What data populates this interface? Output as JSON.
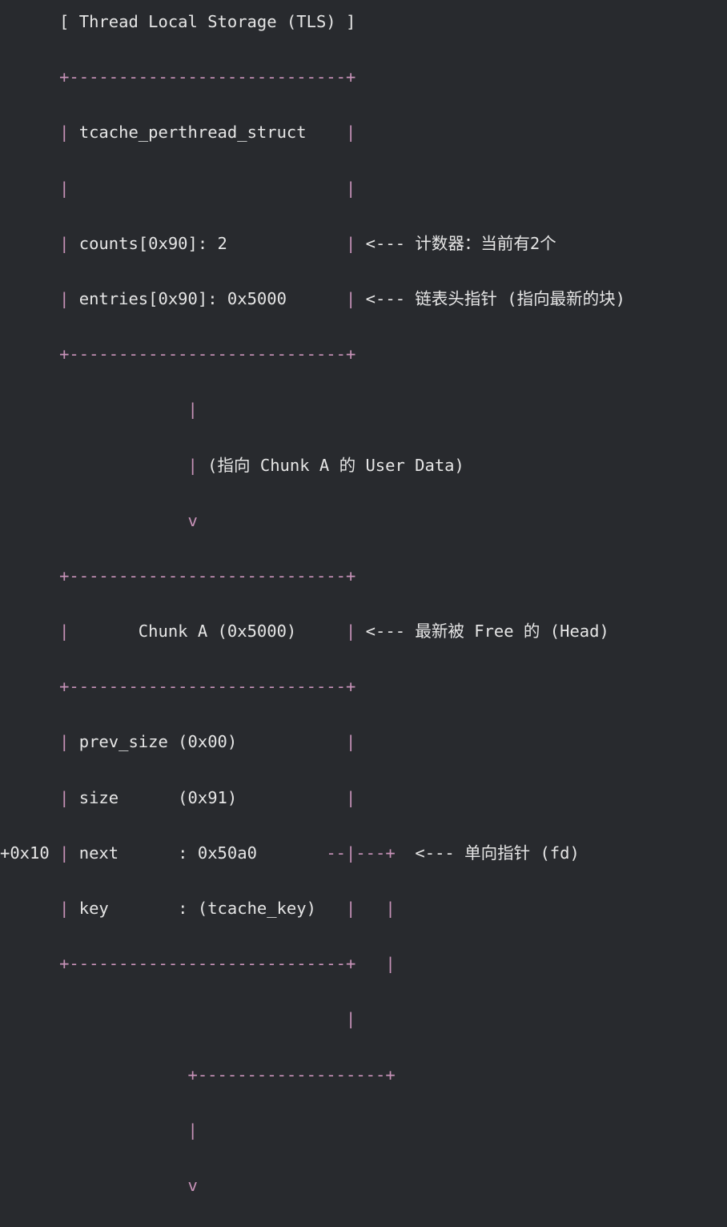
{
  "lines": [
    [
      {
        "t": "      ",
        "c": "tx"
      },
      {
        "t": "[ Thread Local Storage (TLS) ]",
        "c": "tx"
      }
    ],
    [
      {
        "t": "      ",
        "c": "tx"
      },
      {
        "t": "+----------------------------+",
        "c": "bx"
      }
    ],
    [
      {
        "t": "      ",
        "c": "tx"
      },
      {
        "t": "| ",
        "c": "bx"
      },
      {
        "t": "tcache_perthread_struct    ",
        "c": "tx"
      },
      {
        "t": "|",
        "c": "bx"
      }
    ],
    [
      {
        "t": "      ",
        "c": "tx"
      },
      {
        "t": "|                            |",
        "c": "bx"
      }
    ],
    [
      {
        "t": "      ",
        "c": "tx"
      },
      {
        "t": "| ",
        "c": "bx"
      },
      {
        "t": "counts[0x90]: 2            ",
        "c": "tx"
      },
      {
        "t": "|",
        "c": "bx"
      },
      {
        "t": " <--- 计数器：当前有2个",
        "c": "ar"
      }
    ],
    [
      {
        "t": "      ",
        "c": "tx"
      },
      {
        "t": "| ",
        "c": "bx"
      },
      {
        "t": "entries[0x90]: 0x5000      ",
        "c": "tx"
      },
      {
        "t": "|",
        "c": "bx"
      },
      {
        "t": " <--- 链表头指针 (指向最新的块)",
        "c": "ar"
      }
    ],
    [
      {
        "t": "      ",
        "c": "tx"
      },
      {
        "t": "+----------------------------+",
        "c": "bx"
      }
    ],
    [
      {
        "t": "                   ",
        "c": "tx"
      },
      {
        "t": "|",
        "c": "bx"
      }
    ],
    [
      {
        "t": "                   ",
        "c": "tx"
      },
      {
        "t": "|",
        "c": "bx"
      },
      {
        "t": " (指向 Chunk A 的 User Data)",
        "c": "tx"
      }
    ],
    [
      {
        "t": "                   ",
        "c": "tx"
      },
      {
        "t": "v",
        "c": "bx"
      }
    ],
    [
      {
        "t": "      ",
        "c": "tx"
      },
      {
        "t": "+----------------------------+",
        "c": "bx"
      }
    ],
    [
      {
        "t": "      ",
        "c": "tx"
      },
      {
        "t": "|",
        "c": "bx"
      },
      {
        "t": "       Chunk A (0x5000)     ",
        "c": "tx"
      },
      {
        "t": "|",
        "c": "bx"
      },
      {
        "t": " <--- 最新被 Free 的 (Head)",
        "c": "ar"
      }
    ],
    [
      {
        "t": "      ",
        "c": "tx"
      },
      {
        "t": "+----------------------------+",
        "c": "bx"
      }
    ],
    [
      {
        "t": "      ",
        "c": "tx"
      },
      {
        "t": "| ",
        "c": "bx"
      },
      {
        "t": "prev_size (0x00)           ",
        "c": "tx"
      },
      {
        "t": "|",
        "c": "bx"
      }
    ],
    [
      {
        "t": "      ",
        "c": "tx"
      },
      {
        "t": "| ",
        "c": "bx"
      },
      {
        "t": "size      (0x91)           ",
        "c": "tx"
      },
      {
        "t": "|",
        "c": "bx"
      }
    ],
    [
      {
        "t": "+0x10 ",
        "c": "tx"
      },
      {
        "t": "| ",
        "c": "bx"
      },
      {
        "t": "next      : 0x50a0       ",
        "c": "tx"
      },
      {
        "t": "--|---+",
        "c": "bx"
      },
      {
        "t": "  <--- 单向指针 (fd)",
        "c": "ar"
      }
    ],
    [
      {
        "t": "      ",
        "c": "tx"
      },
      {
        "t": "| ",
        "c": "bx"
      },
      {
        "t": "key       : (tcache_key)   ",
        "c": "tx"
      },
      {
        "t": "|   |",
        "c": "bx"
      }
    ],
    [
      {
        "t": "      ",
        "c": "tx"
      },
      {
        "t": "+----------------------------+   |",
        "c": "bx"
      }
    ],
    [
      {
        "t": "                                   ",
        "c": "tx"
      },
      {
        "t": "|",
        "c": "bx"
      }
    ],
    [
      {
        "t": "                   ",
        "c": "tx"
      },
      {
        "t": "+-------------------+",
        "c": "bx"
      }
    ],
    [
      {
        "t": "                   ",
        "c": "tx"
      },
      {
        "t": "|",
        "c": "bx"
      }
    ],
    [
      {
        "t": "                   ",
        "c": "tx"
      },
      {
        "t": "v",
        "c": "bx"
      }
    ]
  ]
}
